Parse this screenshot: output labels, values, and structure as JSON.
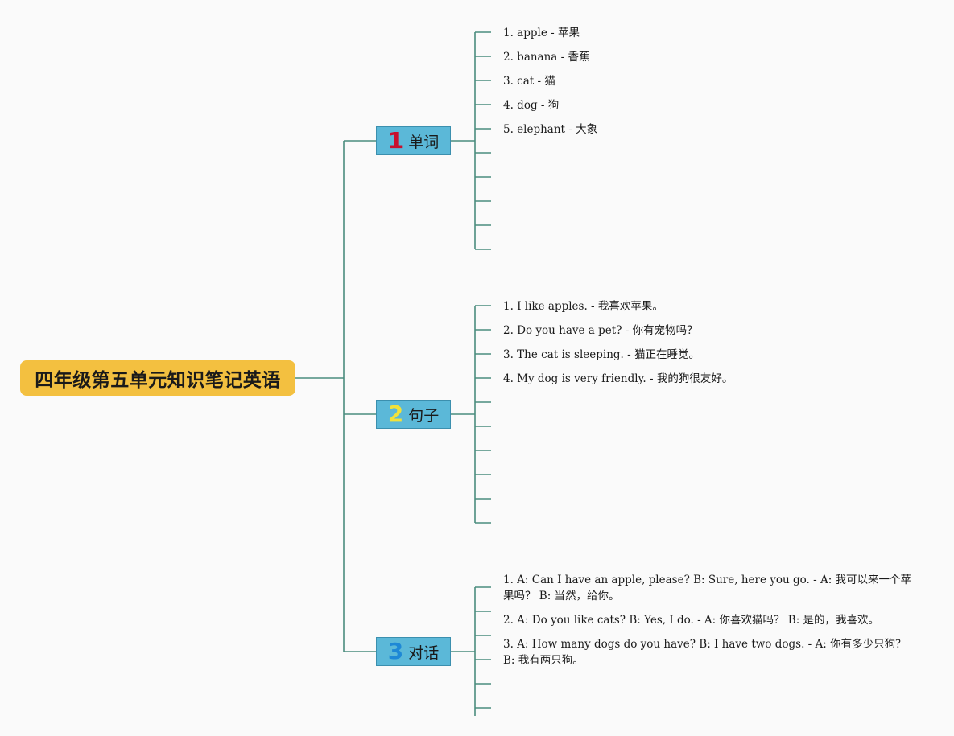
{
  "root": {
    "title": "四年级第五单元知识笔记英语"
  },
  "colors": {
    "root_bg": "#f3c040",
    "branch_bg": "#5bb8d8",
    "connector": "#4a8c7e",
    "number_1": "#c8102e",
    "number_2": "#f2e23a",
    "number_3": "#1e88d6"
  },
  "branches": [
    {
      "number": "1",
      "label": "单词",
      "items": [
        "1. apple - 苹果",
        "2. banana - 香蕉",
        "3. cat - 猫",
        "4. dog - 狗",
        "5. elephant - 大象"
      ]
    },
    {
      "number": "2",
      "label": "句子",
      "items": [
        "1. I like apples. - 我喜欢苹果。",
        "2. Do you have a pet? - 你有宠物吗？",
        "3. The cat is sleeping. - 猫正在睡觉。",
        "4. My dog is very friendly. - 我的狗很友好。"
      ]
    },
    {
      "number": "3",
      "label": "对话",
      "items": [
        "1. A: Can I have an apple, please? B: Sure, here you go. - A: 我可以来一个苹果吗？ B: 当然，给你。",
        "2. A: Do you like cats? B: Yes, I do. - A: 你喜欢猫吗？ B: 是的，我喜欢。",
        "3. A: How many dogs do you have? B: I have two dogs. - A: 你有多少只狗？ B: 我有两只狗。"
      ]
    }
  ]
}
